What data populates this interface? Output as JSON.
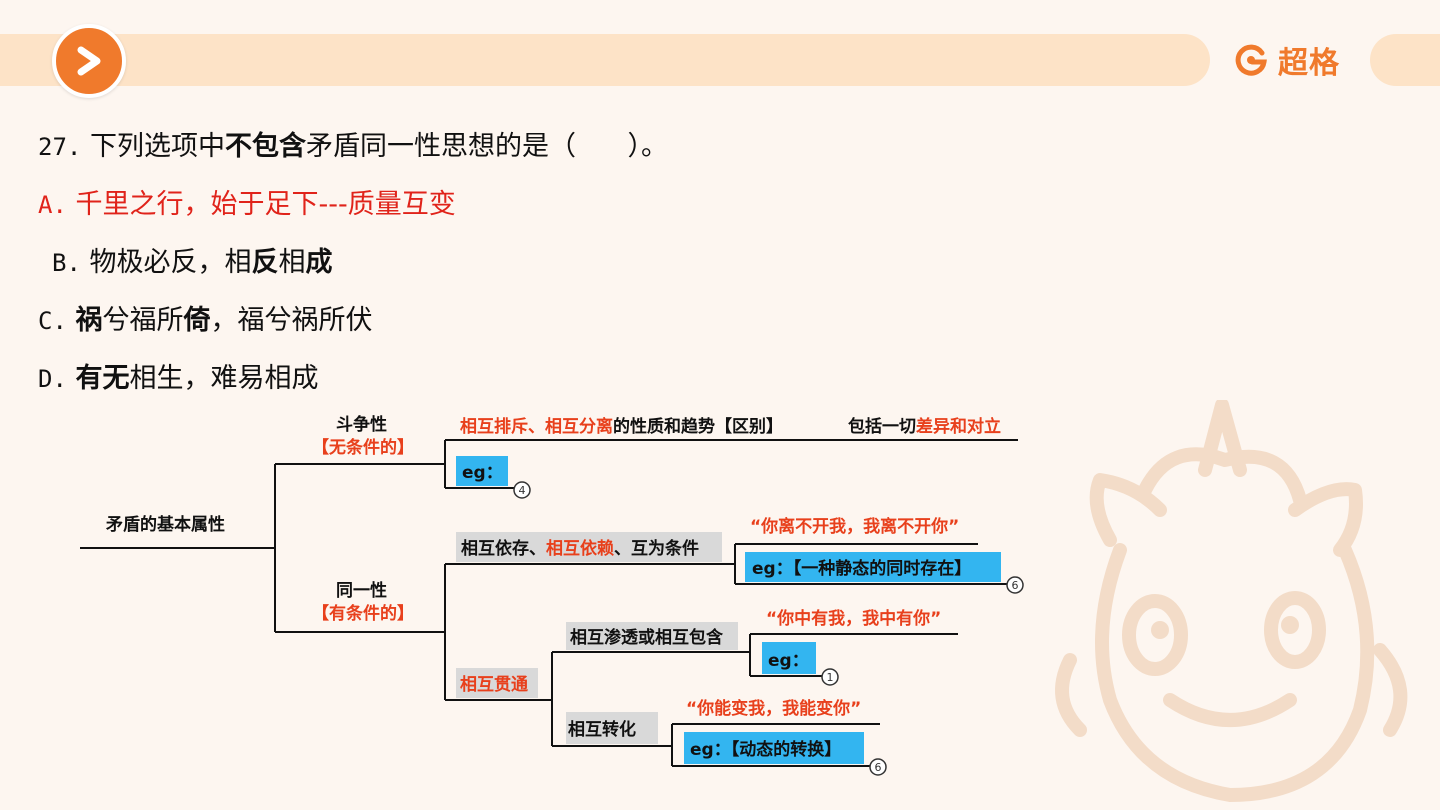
{
  "header": {
    "next_icon": "chevron-right-icon",
    "brand_logo_icon": "brand-g-icon",
    "brand_name": "超格",
    "accent_color": "#f07a2c",
    "band_color": "#fde3c7"
  },
  "question": {
    "number": "27.",
    "text_pre": "下列选项中",
    "text_bold": "不包含",
    "text_post": "矛盾同一性思想的是（      ）。"
  },
  "options": [
    {
      "letter": "A.",
      "segments": [
        {
          "text": "千里之行，始于足下---质量互变",
          "bold": false
        }
      ],
      "highlight_color": "#e0231a"
    },
    {
      "letter": "B.",
      "segments": [
        {
          "text": "物极必反，相",
          "bold": false
        },
        {
          "text": "反",
          "bold": true
        },
        {
          "text": "相",
          "bold": false
        },
        {
          "text": "成",
          "bold": true
        }
      ]
    },
    {
      "letter": "C.",
      "segments": [
        {
          "text": "祸",
          "bold": true
        },
        {
          "text": "兮福所",
          "bold": false
        },
        {
          "text": "倚",
          "bold": true
        },
        {
          "text": "，福兮祸所伏",
          "bold": false
        }
      ]
    },
    {
      "letter": "D.",
      "segments": [
        {
          "text": "有无",
          "bold": true
        },
        {
          "text": "相生，难易相成",
          "bold": false
        }
      ]
    }
  ],
  "mindmap": {
    "root": "矛盾的基本属性",
    "struggle": {
      "title": "斗争性",
      "condition": "【无条件的】",
      "desc_red1": "相互排斥、相互分离",
      "desc_black": "的性质和趋势【区别】",
      "includes_black": "包括一切",
      "includes_red": "差异和对立",
      "eg": "eg：",
      "ref": "4"
    },
    "identity": {
      "title": "同一性",
      "condition": "【有条件的】",
      "dependence_black1": "相互依存、",
      "dependence_red": "相互依赖",
      "dependence_black2": "、互为条件",
      "dependence_quote": "“你离不开我，我离不开你”",
      "dependence_eg": "eg：【一种静态的同时存在】",
      "dependence_ref": "6",
      "penetration": "相互贯通",
      "sub1": "相互渗透或相互包含",
      "sub1_quote": "“你中有我，我中有你”",
      "sub1_eg": "eg：",
      "sub1_ref": "1",
      "sub2": "相互转化",
      "sub2_quote": "“你能变我，我能变你”",
      "sub2_eg": "eg：【动态的转换】",
      "sub2_ref": "6"
    },
    "colors": {
      "red": "#e8401c",
      "grey_box": "#d9d9d9",
      "blue_box": "#33b5f0"
    }
  },
  "decoration": {
    "mascot_icon": "unicorn-mascot-watermark"
  }
}
